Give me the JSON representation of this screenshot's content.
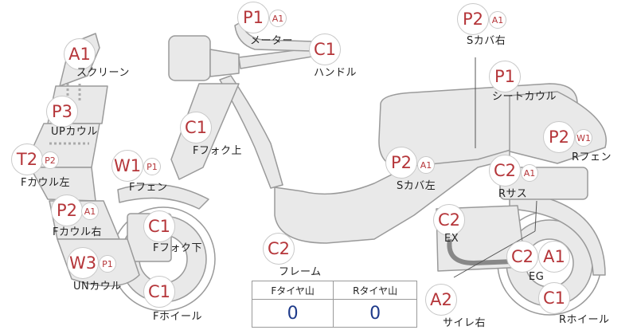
{
  "colors": {
    "badge_text": "#b5363a",
    "badge_border": "#c9c9c9",
    "bike_fill": "#e9e9e9",
    "bike_stroke": "#9a9a9a",
    "value_text": "#1e3a8a"
  },
  "parts": [
    {
      "id": "screen",
      "label": "スクリーン",
      "main": "A1",
      "sub": ""
    },
    {
      "id": "up-cowl",
      "label": "UPカウル",
      "main": "P3",
      "sub": ""
    },
    {
      "id": "f-cowl-left",
      "label": "Fカウル左",
      "main": "T2",
      "sub": "P2"
    },
    {
      "id": "f-cowl-right",
      "label": "Fカウル右",
      "main": "P2",
      "sub": "A1"
    },
    {
      "id": "un-cowl",
      "label": "UNカウル",
      "main": "W3",
      "sub": "P1"
    },
    {
      "id": "f-fender",
      "label": "Fフェン",
      "main": "W1",
      "sub": "P1"
    },
    {
      "id": "f-fork-upper",
      "label": "Fフォク上",
      "main": "C1",
      "sub": ""
    },
    {
      "id": "f-fork-lower",
      "label": "Fフォク下",
      "main": "C1",
      "sub": ""
    },
    {
      "id": "f-wheel",
      "label": "Fホイール",
      "main": "C1",
      "sub": ""
    },
    {
      "id": "meter",
      "label": "メーター",
      "main": "P1",
      "sub": "A1"
    },
    {
      "id": "handle",
      "label": "ハンドル",
      "main": "C1",
      "sub": ""
    },
    {
      "id": "frame",
      "label": "フレーム",
      "main": "C2",
      "sub": ""
    },
    {
      "id": "s-cover-left",
      "label": "Sカバ左",
      "main": "P2",
      "sub": "A1"
    },
    {
      "id": "s-cover-right",
      "label": "Sカバ右",
      "main": "P2",
      "sub": "A1"
    },
    {
      "id": "seat-cowl",
      "label": "シートカウル",
      "main": "P1",
      "sub": ""
    },
    {
      "id": "r-fender",
      "label": "Rフェン",
      "main": "P2",
      "sub": "W1"
    },
    {
      "id": "r-suspension",
      "label": "Rサス",
      "main": "C2",
      "sub": "A1"
    },
    {
      "id": "exhaust",
      "label": "EX",
      "main": "C2",
      "sub": ""
    },
    {
      "id": "engine",
      "label": "EG",
      "main": "C2",
      "sub": "A1"
    },
    {
      "id": "side-stand-r",
      "label": "サイレ右",
      "main": "A2",
      "sub": ""
    },
    {
      "id": "r-wheel",
      "label": "Rホイール",
      "main": "C1",
      "sub": ""
    }
  ],
  "tires": {
    "front_label": "Fタイヤ山",
    "front_value": "0",
    "rear_label": "Rタイヤ山",
    "rear_value": "0"
  }
}
